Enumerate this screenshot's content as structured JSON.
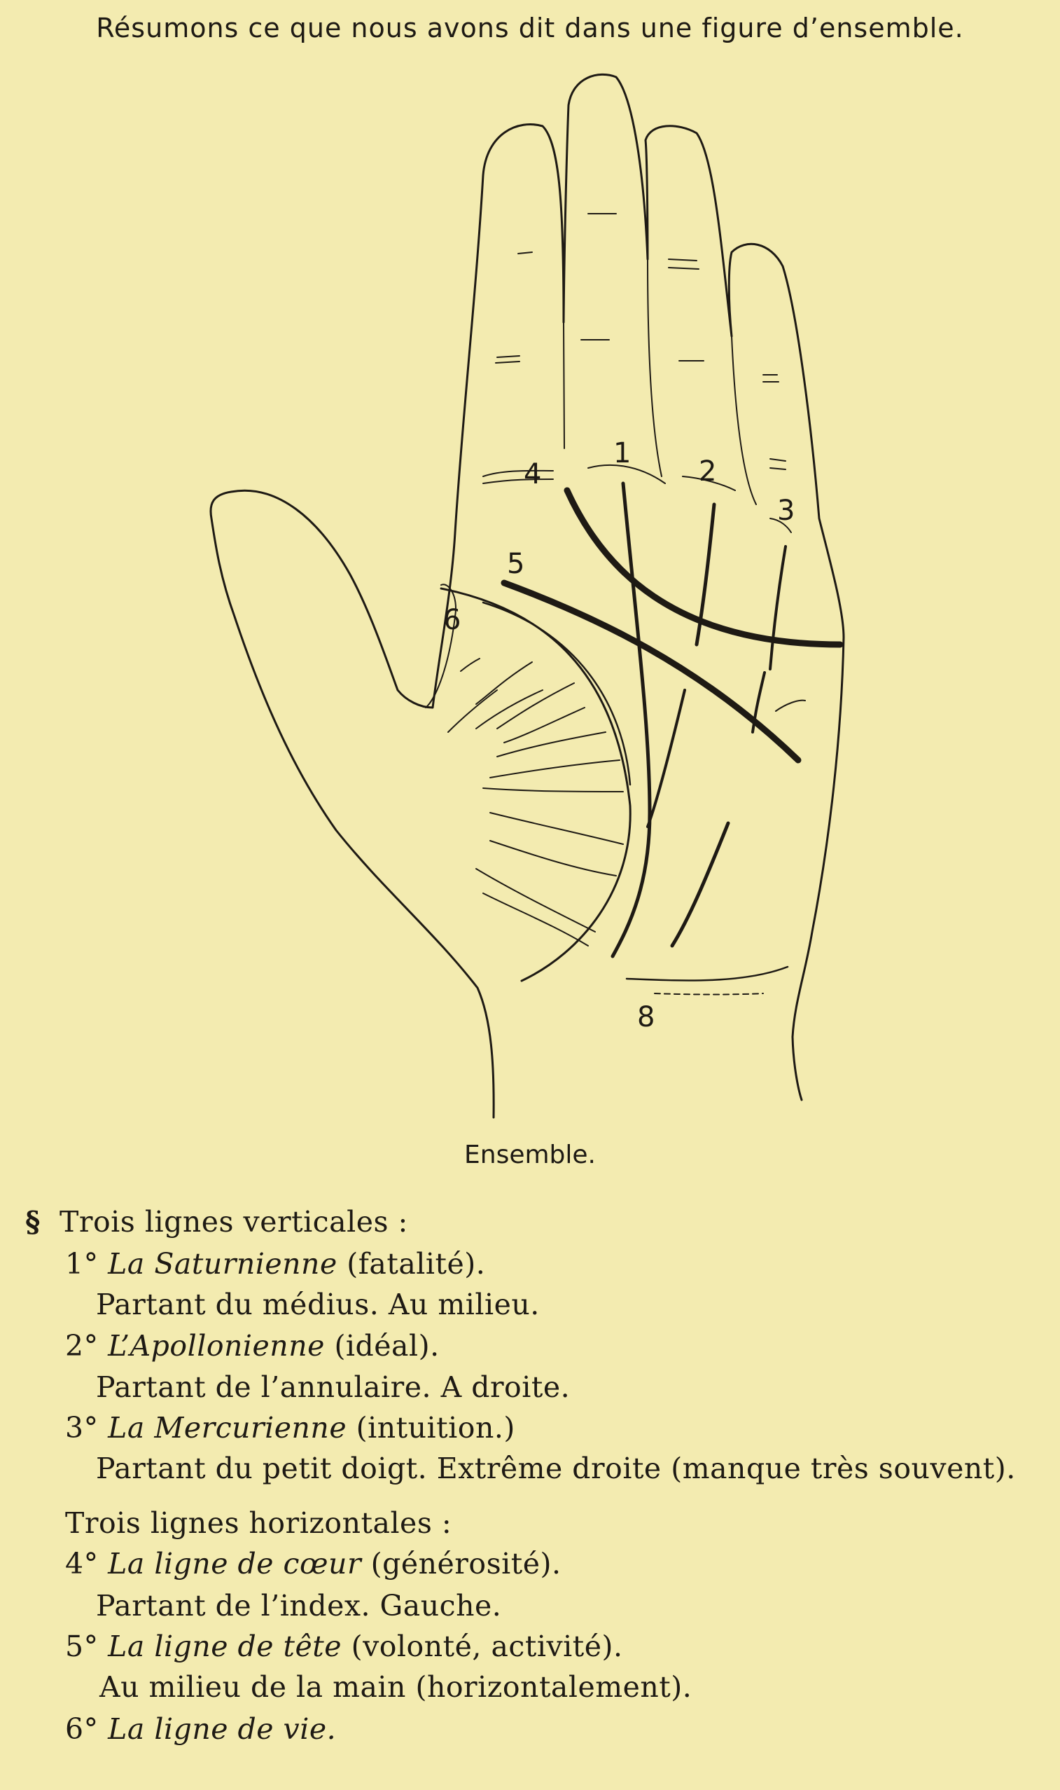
{
  "document": {
    "intro": "Résumons ce que nous avons dit dans une figure d’ensemble.",
    "figure": {
      "labels": {
        "l1": "1",
        "l2": "2",
        "l3": "3",
        "l4": "4",
        "l5": "5",
        "l6": "6",
        "l8": "8"
      },
      "caption": "Ensemble."
    },
    "section_mark": "§",
    "vertical": {
      "title": "Trois lignes verticales :",
      "items": [
        {
          "num": "1°",
          "name": "La Saturnienne",
          "meaning": "(fatalité).",
          "desc": "Partant du médius. Au milieu."
        },
        {
          "num": "2°",
          "name": "L’Apollonienne",
          "meaning": "(idéal).",
          "desc": "Partant de l’annulaire. A droite."
        },
        {
          "num": "3°",
          "name": "La Mercurienne",
          "meaning": "(intuition.)",
          "desc": "Partant du petit doigt. Extrême droite (manque très souvent)."
        }
      ]
    },
    "horizontal": {
      "title": "Trois lignes horizontales :",
      "items": [
        {
          "num": "4°",
          "name": "La ligne de cœur",
          "meaning": "(générosité).",
          "desc": "Partant de l’index. Gauche."
        },
        {
          "num": "5°",
          "name": "La ligne de tête",
          "meaning": "(volonté, activité).",
          "desc": "Au milieu de la main (horizontalement)."
        },
        {
          "num": "6°",
          "name": "La ligne de vie.",
          "meaning": ""
        }
      ]
    }
  }
}
